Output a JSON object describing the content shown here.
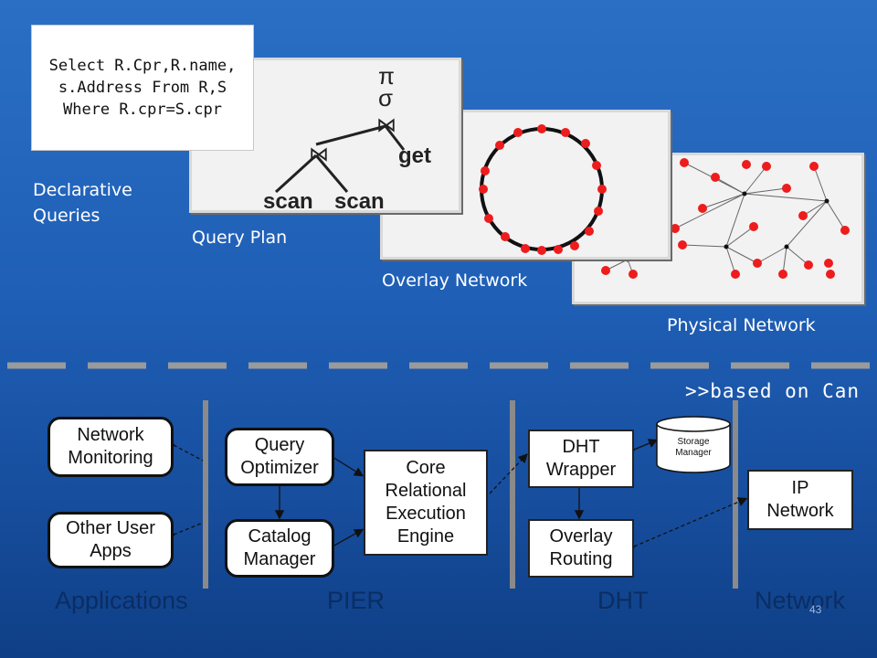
{
  "top": {
    "sql_query": "Select R.Cpr,R.name,\ns.Address From R,S\nWhere R.cpr=S.cpr",
    "query_plan_ops": {
      "pi": "π",
      "sigma": "σ",
      "join_top": "⋈",
      "join_left": "⋈",
      "get": "get",
      "scan1": "scan",
      "scan2": "scan"
    },
    "captions": {
      "declarative": "Declarative\nQueries",
      "query_plan": "Query Plan",
      "overlay": "Overlay Network",
      "physical": "Physical Network"
    },
    "based_on": ">>based on Can"
  },
  "architecture": {
    "applications": {
      "label": "Applications",
      "network_monitoring": "Network\nMonitoring",
      "other_user_apps": "Other User\nApps"
    },
    "pier": {
      "label": "PIER",
      "query_optimizer": "Query\nOptimizer",
      "catalog_manager": "Catalog\nManager",
      "core_engine": "Core\nRelational\nExecution\nEngine"
    },
    "dht": {
      "label": "DHT",
      "dht_wrapper": "DHT\nWrapper",
      "overlay_routing": "Overlay\nRouting",
      "storage_manager": "Storage\nManager"
    },
    "network": {
      "label": "Network",
      "ip_network": "IP\nNetwork"
    }
  },
  "slide_number": "43",
  "colors": {
    "node": "#ee1c1c",
    "label": "#0a2d63",
    "background": "#1f5fb6"
  }
}
